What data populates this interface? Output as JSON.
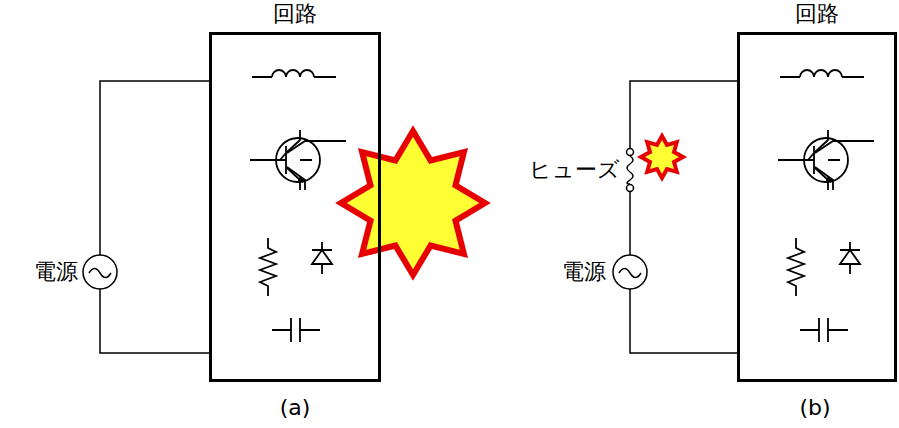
{
  "diagram": {
    "nodes": [
      {
        "text": [
          "回路"
        ]
      },
      {
        "text": [
          "回路"
        ]
      }
    ],
    "labels": [
      "電源",
      "ヒューズ",
      "電源",
      "(a)",
      "(b)"
    ]
  }
}
